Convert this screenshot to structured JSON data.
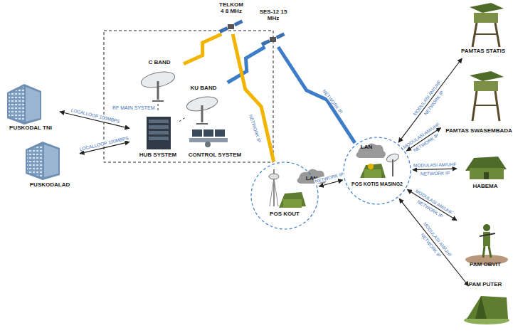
{
  "diagram": {
    "nodes": [
      {
        "text": [
          "PUSKODAL TNI"
        ]
      },
      {
        "text": [
          "PUSKODALAD"
        ]
      },
      {
        "text": [
          "C BAND"
        ]
      },
      {
        "text": [
          "KU BAND"
        ]
      },
      {
        "text": [
          "HUB SYSTEM"
        ]
      },
      {
        "text": [
          "CONTROL SYSTEM"
        ]
      },
      {
        "text": [
          "TELKOM 4 8 MHz"
        ]
      },
      {
        "text": [
          "SES-12 15 MHz"
        ]
      },
      {
        "text": [
          "LAN",
          "POS KOUT"
        ]
      },
      {
        "text": [
          "LAN",
          "POS KOTIS MASING2"
        ]
      },
      {
        "text": [
          "PAMTAS STATIS"
        ]
      },
      {
        "text": [
          "PAMTAS SWASEMBADA"
        ]
      },
      {
        "text": [
          "HABEMA"
        ]
      },
      {
        "text": [
          "PAM OBVIT"
        ]
      },
      {
        "text": [
          "PAM PUTER"
        ]
      }
    ],
    "edges": [
      {
        "from": 0,
        "to": 4,
        "arrow": "both",
        "label": "LOCALLOOP 100MBPS"
      },
      {
        "from": 1,
        "to": 4,
        "arrow": "both",
        "label": "LOCALLOOP 100MBPS"
      },
      {
        "from": 2,
        "to": 4,
        "arrow": "none"
      },
      {
        "from": 3,
        "to": 4,
        "arrow": "none"
      },
      {
        "from": 2,
        "to": 6,
        "arrow": "none"
      },
      {
        "from": 3,
        "to": 7,
        "arrow": "none"
      },
      {
        "from": 6,
        "to": 8,
        "arrow": "none",
        "label": "NETWORK IP"
      },
      {
        "from": 7,
        "to": 9,
        "arrow": "none",
        "label": "NETWORK IP"
      },
      {
        "from": 8,
        "to": 9,
        "arrow": "both",
        "label": "NETWORK IP"
      },
      {
        "from": 9,
        "to": 10,
        "arrow": "both",
        "label": "MODULASI AM/UHF"
      },
      {
        "from": 9,
        "to": 11,
        "arrow": "both",
        "label": "MODULASI AM/UHF"
      },
      {
        "from": 9,
        "to": 12,
        "arrow": "both",
        "label": "MODULASI AM/UHF"
      },
      {
        "from": 9,
        "to": 13,
        "arrow": "both",
        "label": "MODULASI AM/UHF"
      },
      {
        "from": 9,
        "to": 14,
        "arrow": "both",
        "label": "MODULASI AM/UHF"
      }
    ],
    "labels": [
      "RF MAIN SYSTEM",
      "NETWORK IP",
      "NETWORK IP",
      "NETWORK IP",
      "NETWORK IP",
      "NETWORK IP"
    ]
  }
}
